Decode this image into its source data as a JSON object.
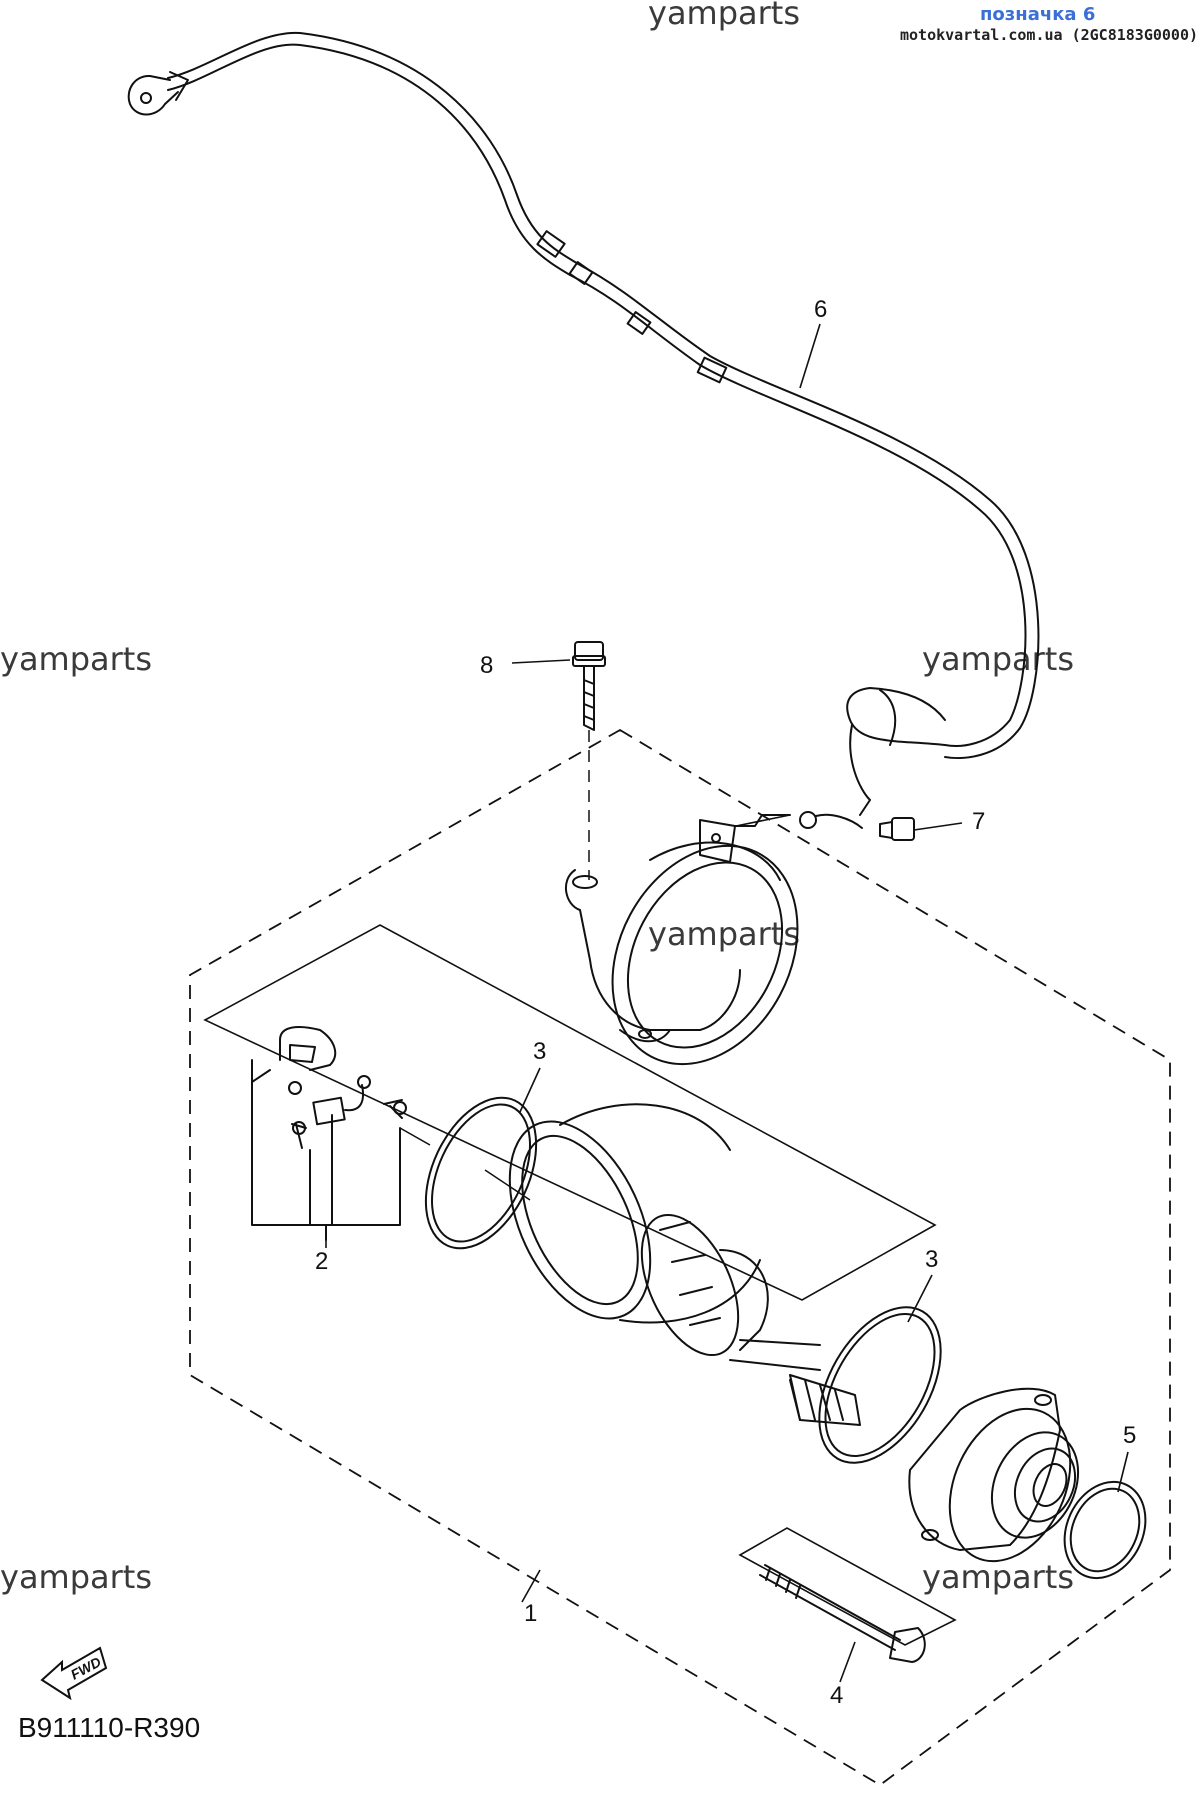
{
  "header": {
    "watermark_top": "yamparts",
    "note": "позначка 6",
    "site": "motokvartal.com.ua (2GC8183G0000)"
  },
  "watermarks": [
    "yamparts",
    "yamparts",
    "yamparts",
    "yamparts",
    "yamparts",
    "yamparts"
  ],
  "callouts": {
    "c1": "1",
    "c2": "2",
    "c3a": "3",
    "c3b": "3",
    "c4": "4",
    "c5": "5",
    "c6": "6",
    "c7": "7",
    "c8": "8"
  },
  "fwd_label": "FWD",
  "diagram_code": "B911110-R390"
}
